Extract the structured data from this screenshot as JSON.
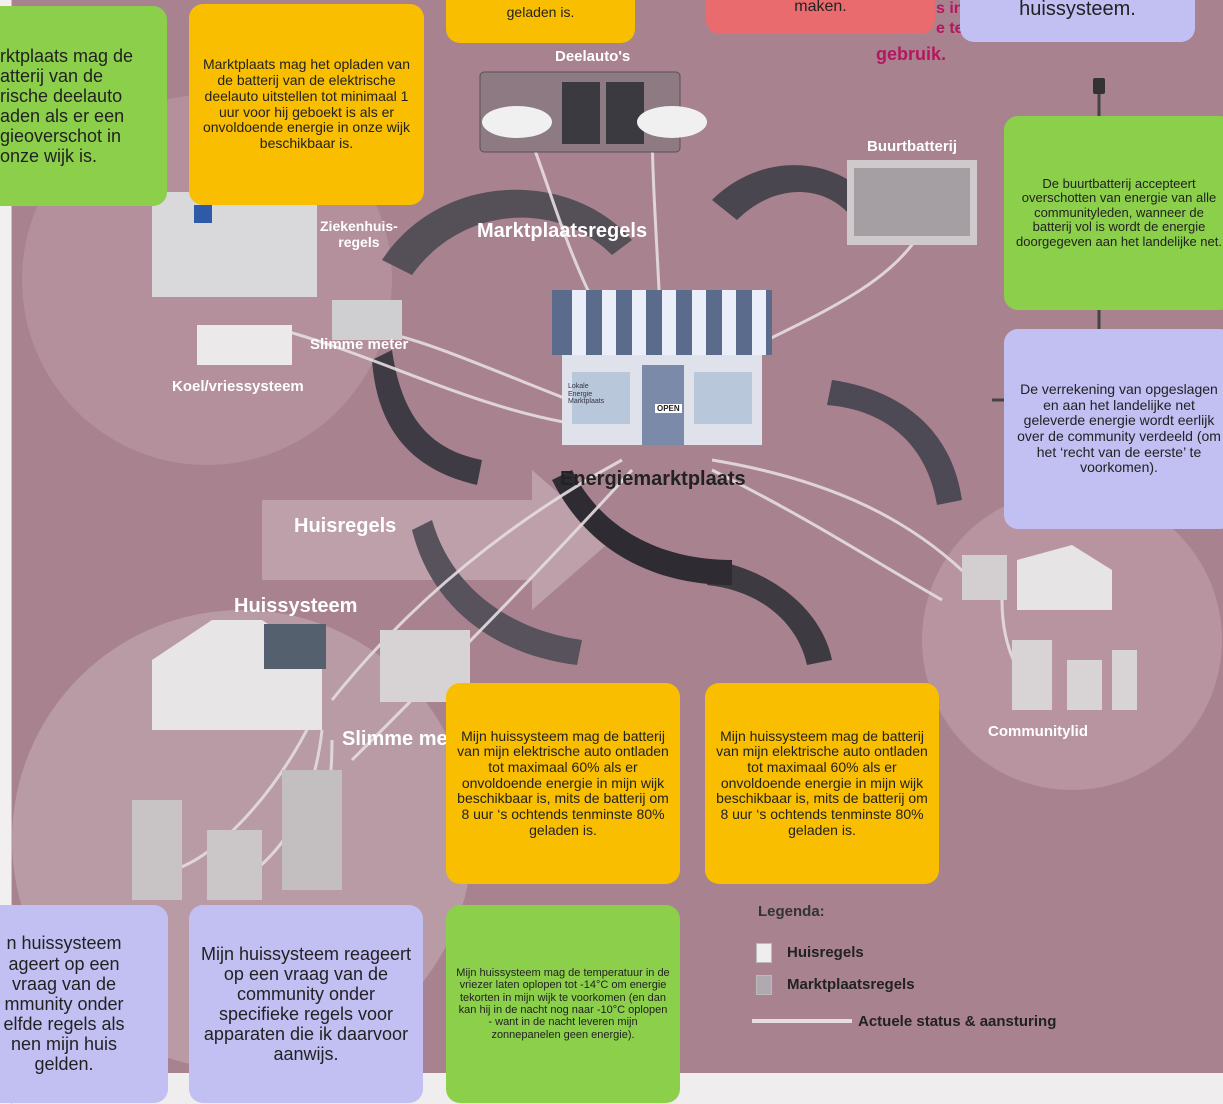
{
  "colors": {
    "canvas": "#a8828f",
    "yellow": "#f9be00",
    "green": "#8ccf4a",
    "lavender": "#c2bff3",
    "red": "#ea6b6e",
    "pink_text": "#b5175e"
  },
  "notes": {
    "top_yellow_fragment": "geladen is.",
    "top_red_fragment": "maken.",
    "top_lav_fragment": "huissysteem.",
    "pink_fragment1": "s in",
    "pink_fragment2": "e te",
    "pink_fragment3": "gebruik.",
    "left_green": "rktplaats mag de\natterij van de\nrische deelauto\naden als er een\ngieoverschot in\nonze wijk is.",
    "yellow_top_left": "Marktplaats mag het opladen van de batterij van de elektrische deelauto uitstellen tot minimaal 1 uur voor hij geboekt is als er onvoldoende energie in onze wijk beschikbaar is.",
    "green_right": "De buurtbatterij accepteert overschotten van energie van alle communityleden, wanneer de batterij vol is wordt de energie doorgegeven aan het landelijke net.",
    "lav_right": "De verrekening van opgeslagen en aan het landelijke net geleverde energie wordt eerlijk over de community verdeeld (om het ‘recht van de eerste’ te voorkomen).",
    "yellow_mid_1": "Mijn huissysteem mag de batterij van mijn elektrische auto ontladen tot maximaal 60% als er onvoldoende energie in mijn wijk beschikbaar is, mits de batterij om 8 uur ‘s ochtends tenminste 80% geladen is.",
    "yellow_mid_2": "Mijn huissysteem mag de batterij van mijn elektrische auto ontladen tot maximaal 60% als er onvoldoende energie in mijn wijk beschikbaar is, mits de batterij om 8 uur ‘s ochtends tenminste 80% geladen is.",
    "lav_bottom_left": "n huissysteem\nageert op een\nvraag van de\nmmunity onder\nelfde regels als\nnen mijn huis\ngelden.",
    "lav_bottom_2": "Mijn huissysteem reageert op een vraag van de community onder specifieke regels voor apparaten die ik daarvoor aanwijs.",
    "green_bottom": "Mijn huissysteem mag de temperatuur in de vriezer laten oplopen tot -14°C om energie tekorten in mijn wijk te voorkomen (en dan kan hij in de nacht nog naar -10°C oplopen - want in de nacht leveren mijn zonnepanelen geen energie)."
  },
  "labels": {
    "deelautos": "Deelauto's",
    "buurtbatterij": "Buurtbatterij",
    "ziekenhuis": "Ziekenhuis-\nregels",
    "marktplaatsregels": "Marktplaatsregels",
    "slimme_meter_top": "Slimme meter",
    "koel": "Koel/vriessysteem",
    "energiemarktplaats": "Energiemarktplaats",
    "huisregels": "Huisregels",
    "huissysteem": "Huissysteem",
    "slimme_meter_bottom": "Slimme me",
    "communitylid": "Communitylid",
    "shop_sign": "Lokale\nEnergie\nMarktplaats",
    "open_sign": "OPEN"
  },
  "legend": {
    "title": "Legenda:",
    "huisregels": "Huisregels",
    "marktplaatsregels": "Marktplaatsregels",
    "status": "Actuele status & aansturing"
  }
}
